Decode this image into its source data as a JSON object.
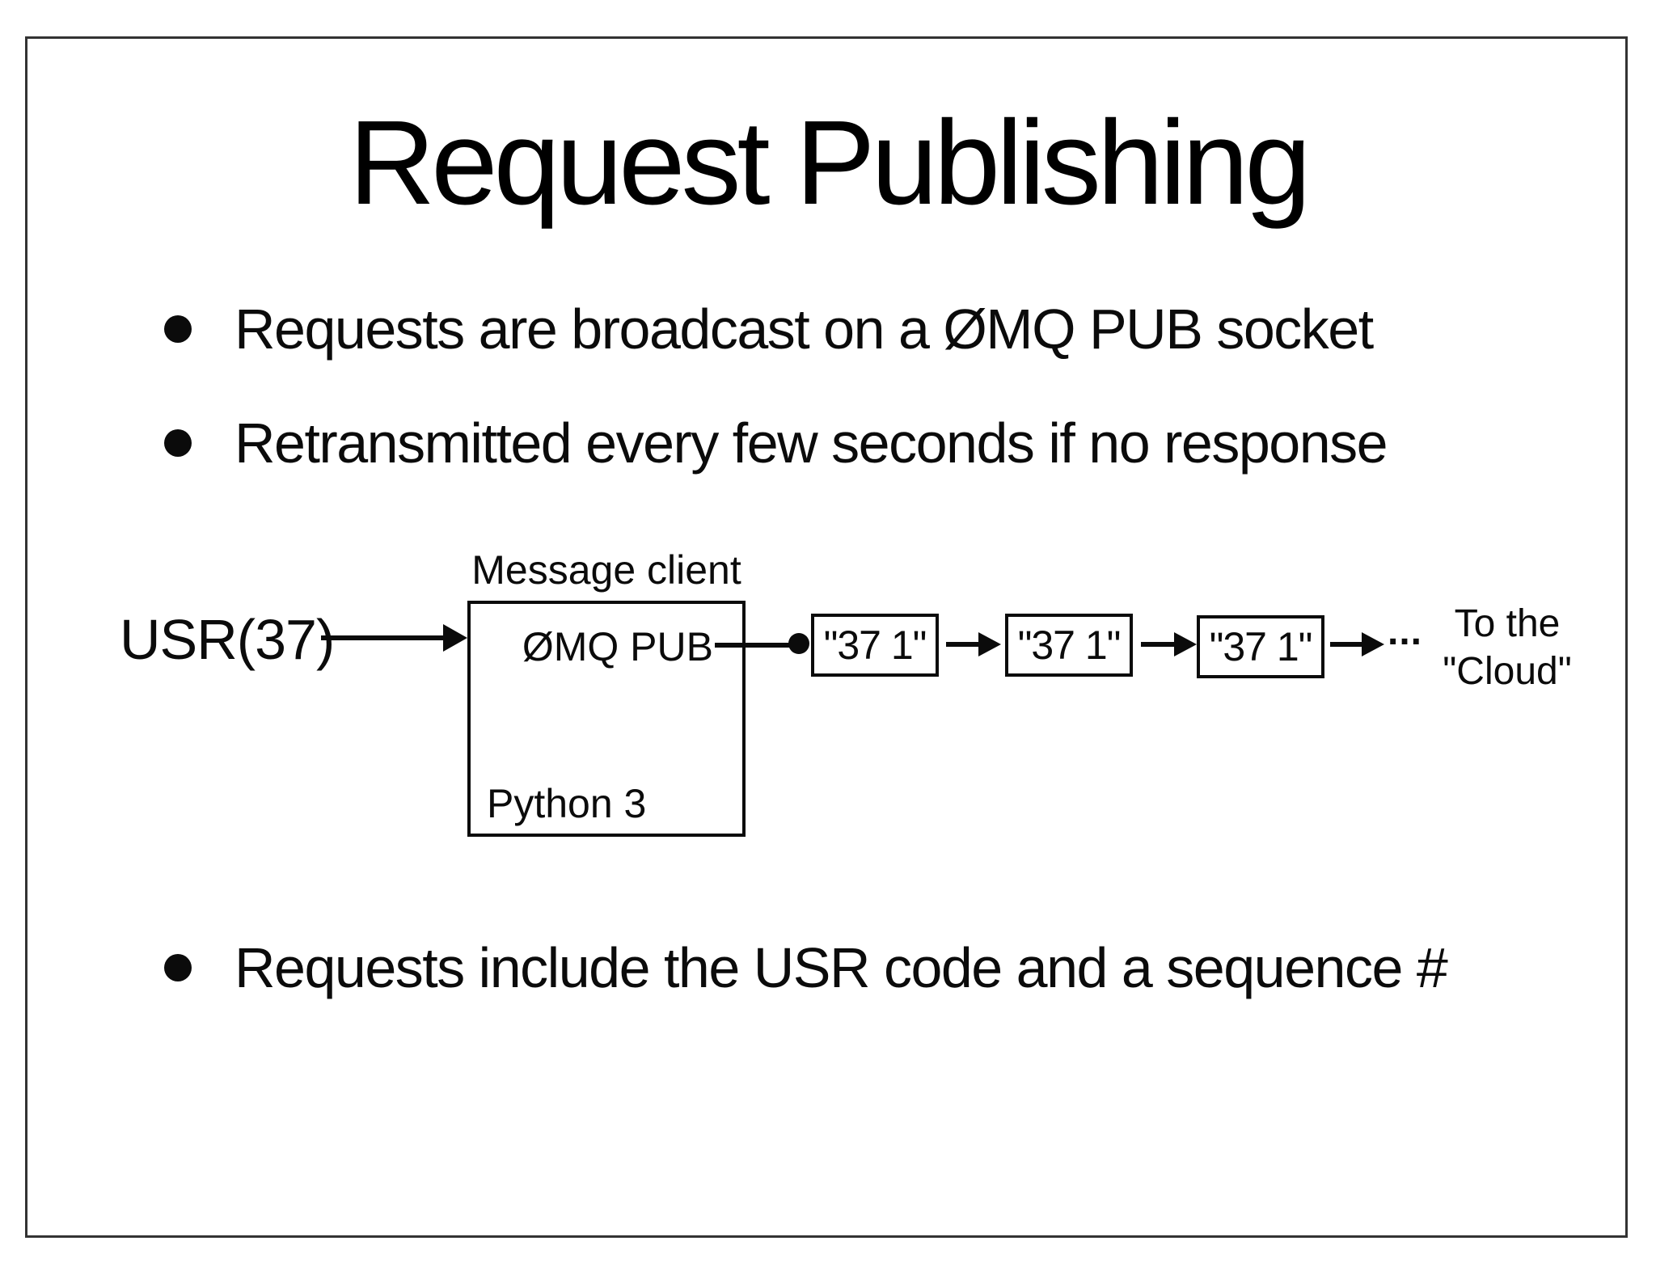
{
  "slide": {
    "title": "Request Publishing",
    "bullets": [
      "Requests are broadcast on a ØMQ PUB socket",
      "Retransmitted every few seconds if no response",
      "Requests include the USR code and a sequence #"
    ],
    "diagram": {
      "source_label": "USR(37)",
      "client_box": {
        "title": "Message client",
        "socket_label": "ØMQ PUB",
        "runtime_label": "Python 3"
      },
      "messages": [
        "\"37 1\"",
        "\"37 1\"",
        "\"37 1\""
      ],
      "ellipsis": "...",
      "destination": {
        "line1": "To the",
        "line2": "\"Cloud\""
      },
      "colors": {
        "ink": "#0b0b0b",
        "border": "#333333",
        "background": "#ffffff"
      }
    }
  }
}
